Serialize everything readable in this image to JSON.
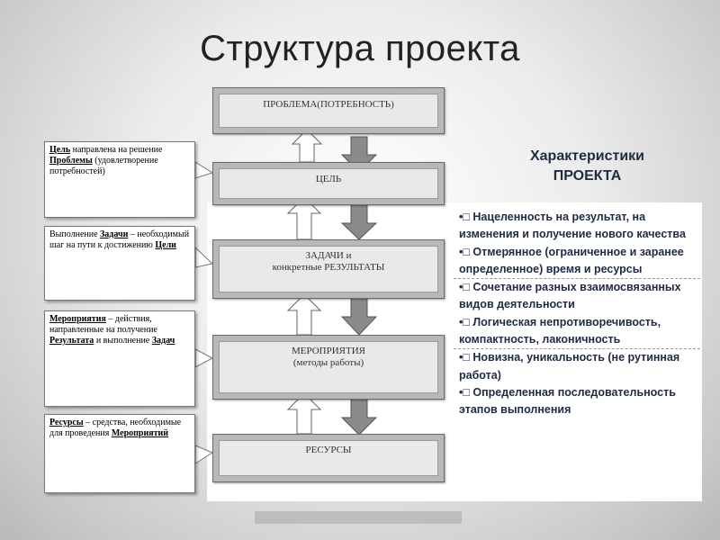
{
  "title": "Структура проекта",
  "stages": [
    {
      "label": "ПРОБЛЕМА(ПОТРЕБНОСТЬ)"
    },
    {
      "label": "ЦЕЛЬ"
    },
    {
      "label": "ЗАДАЧИ и\nконкретные РЕЗУЛЬТАТЫ"
    },
    {
      "label": "МЕРОПРИЯТИЯ\n(методы работы)"
    },
    {
      "label": "РЕСУРСЫ"
    }
  ],
  "callouts": [
    {
      "parts": [
        {
          "t": "Цель",
          "u": true
        },
        {
          "t": " направлена на решение ",
          "u": false
        },
        {
          "t": "Проблемы",
          "u": true
        },
        {
          "t": " (удовлетворение потребностей)",
          "u": false
        }
      ]
    },
    {
      "parts": [
        {
          "t": "Выполнение ",
          "u": false
        },
        {
          "t": "Задачи",
          "u": true
        },
        {
          "t": " – необходимый шаг на пути к достижению ",
          "u": false
        },
        {
          "t": "Цели",
          "u": true
        }
      ]
    },
    {
      "parts": [
        {
          "t": "Мероприятия",
          "u": true
        },
        {
          "t": " – действия, направленные на получение ",
          "u": false
        },
        {
          "t": "Результата",
          "u": true
        },
        {
          "t": " и выполнение ",
          "u": false
        },
        {
          "t": "Задач",
          "u": true
        }
      ]
    },
    {
      "parts": [
        {
          "t": "Ресурсы",
          "u": true
        },
        {
          "t": " – средства, необходимые для проведения ",
          "u": false
        },
        {
          "t": "Мероприятий",
          "u": true
        }
      ]
    }
  ],
  "characteristics": {
    "title_line1": "Характеристики",
    "title_line2": "ПРОЕКТА",
    "items": [
      "•□ Нацеленность на результат, на изменения и получение нового качества",
      "•□ Отмерянное (ограниченное и заранее определенное) время и ресурсы",
      "•□ Сочетание разных взаимосвязанных видов деятельности",
      "•□ Логическая непротиворечивость, компактность, лаконичность",
      "•□ Новизна, уникальность (не рутинная работа)",
      "•□  Определенная последовательность этапов выполнения"
    ]
  },
  "colors": {
    "up_arrow": "#ffffff",
    "down_arrow": "#8a8a8a",
    "stage_outer": "#b8b8b8",
    "text_dark": "#1f2a44"
  }
}
